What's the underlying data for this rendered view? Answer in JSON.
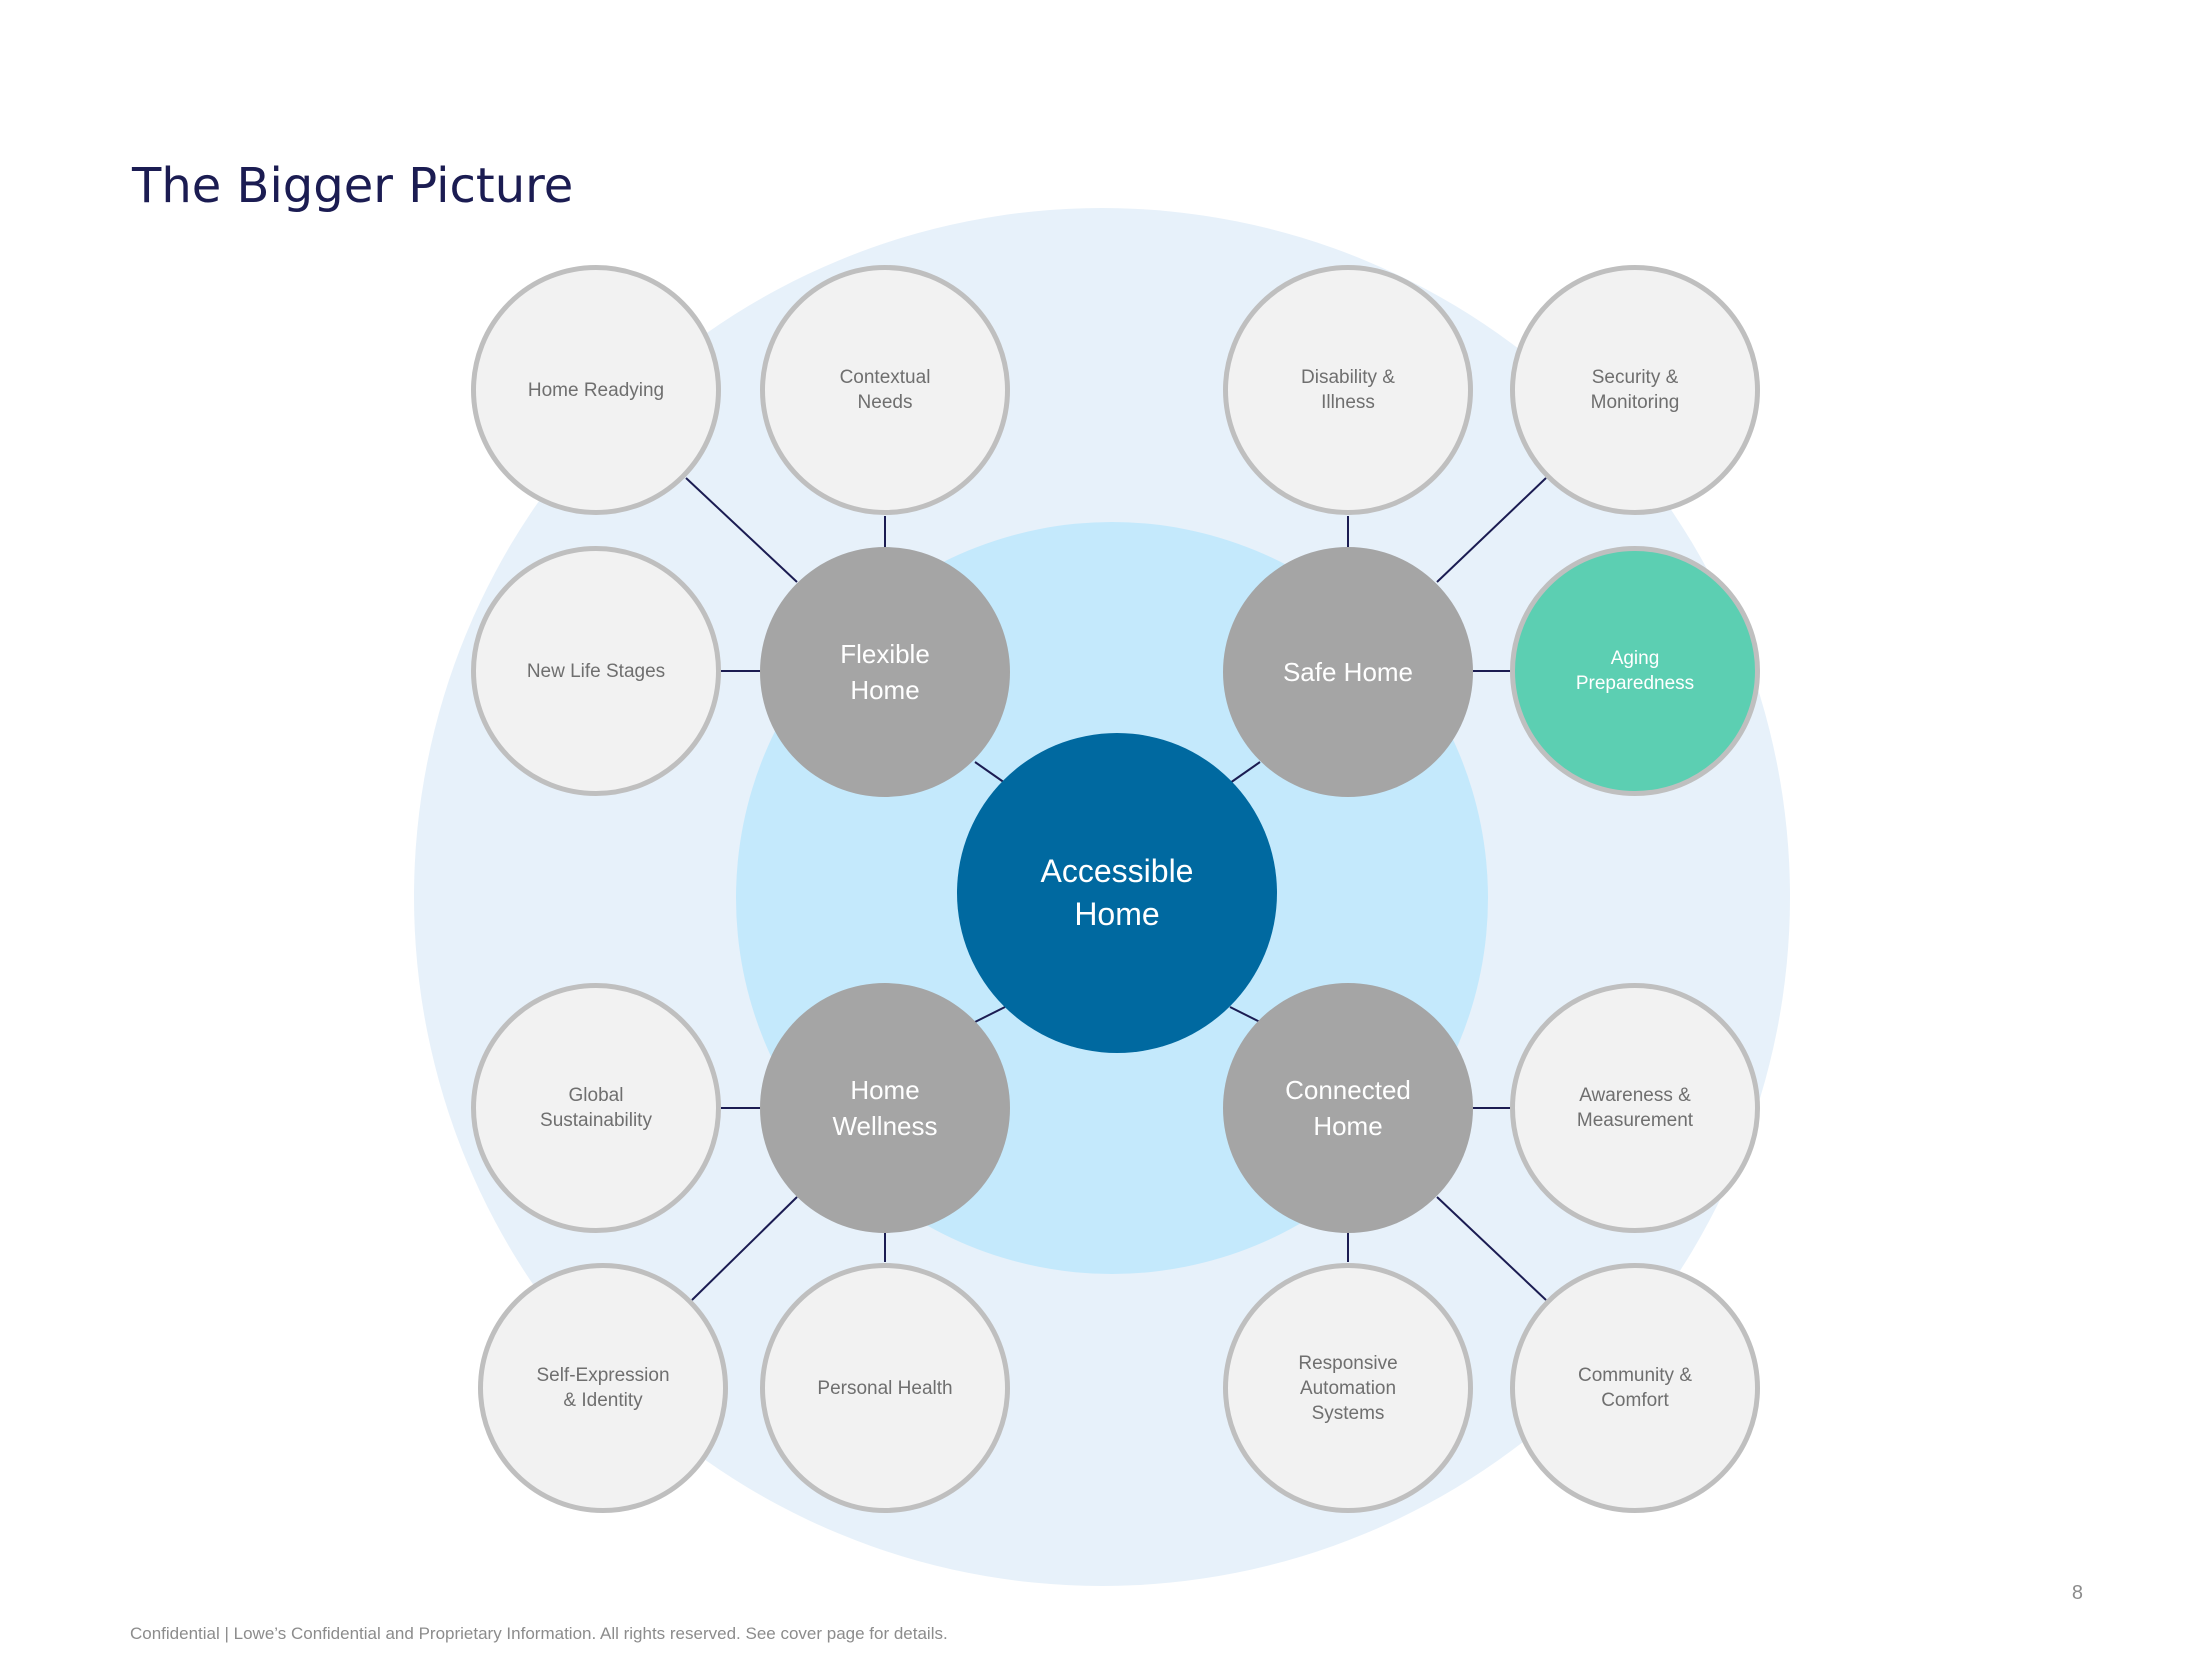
{
  "page": {
    "title": "The Bigger Picture",
    "page_number": "8",
    "footer": "Confidential | Lowe’s Confidential and Proprietary Information. All rights reserved. See cover page for details."
  },
  "colors": {
    "title": "#1b1c52",
    "outer_ring": "#e7f1fa",
    "inner_ring": "#c4e9fc",
    "center": "#0069a0",
    "hub": "#a5a5a5",
    "leaf": "#f2f2f2",
    "leaf_border": "#bfbfbf",
    "accent": "#5ccfb2",
    "connector": "#1b1c52"
  },
  "diagram": {
    "center": {
      "label": "Accessible\nHome"
    },
    "hubs": [
      {
        "label": "Flexible\nHome",
        "children": [
          {
            "label": "Home Readying"
          },
          {
            "label": "Contextual\nNeeds"
          },
          {
            "label": "New Life Stages"
          }
        ]
      },
      {
        "label": "Safe Home",
        "children": [
          {
            "label": "Disability &\nIllness"
          },
          {
            "label": "Security &\nMonitoring"
          },
          {
            "label": "Aging\nPreparedness",
            "highlighted": true
          }
        ]
      },
      {
        "label": "Home\nWellness",
        "children": [
          {
            "label": "Global\nSustainability"
          },
          {
            "label": "Self-Expression\n& Identity"
          },
          {
            "label": "Personal Health"
          }
        ]
      },
      {
        "label": "Connected\nHome",
        "children": [
          {
            "label": "Awareness &\nMeasurement"
          },
          {
            "label": "Responsive\nAutomation\nSystems"
          },
          {
            "label": "Community &\nComfort"
          }
        ]
      }
    ]
  }
}
